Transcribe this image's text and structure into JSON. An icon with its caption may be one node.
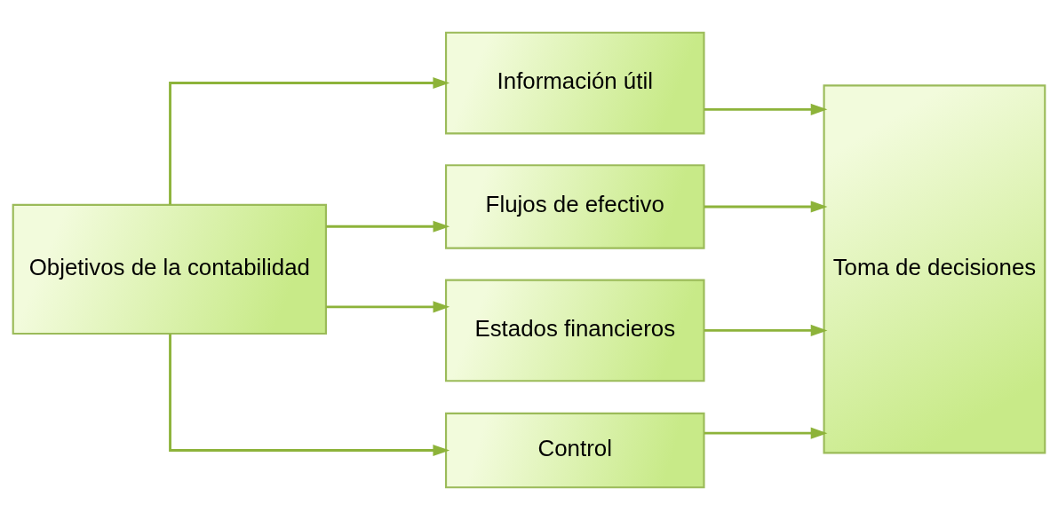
{
  "diagram": {
    "nodes": [
      {
        "text": [
          "Objetivos de la contabilidad"
        ]
      },
      {
        "text": [
          "Información útil"
        ]
      },
      {
        "text": [
          "Flujos de efectivo"
        ]
      },
      {
        "text": [
          "Estados financieros"
        ]
      },
      {
        "text": [
          "Control"
        ]
      },
      {
        "text": [
          "Toma de decisiones"
        ]
      }
    ],
    "edges": [
      {
        "from": 0,
        "to": 1,
        "arrow": "to"
      },
      {
        "from": 0,
        "to": 2,
        "arrow": "to"
      },
      {
        "from": 0,
        "to": 3,
        "arrow": "to"
      },
      {
        "from": 0,
        "to": 4,
        "arrow": "to"
      },
      {
        "from": 1,
        "to": 5,
        "arrow": "to"
      },
      {
        "from": 2,
        "to": 5,
        "arrow": "to"
      },
      {
        "from": 3,
        "to": 5,
        "arrow": "to"
      },
      {
        "from": 4,
        "to": 5,
        "arrow": "to"
      }
    ]
  }
}
